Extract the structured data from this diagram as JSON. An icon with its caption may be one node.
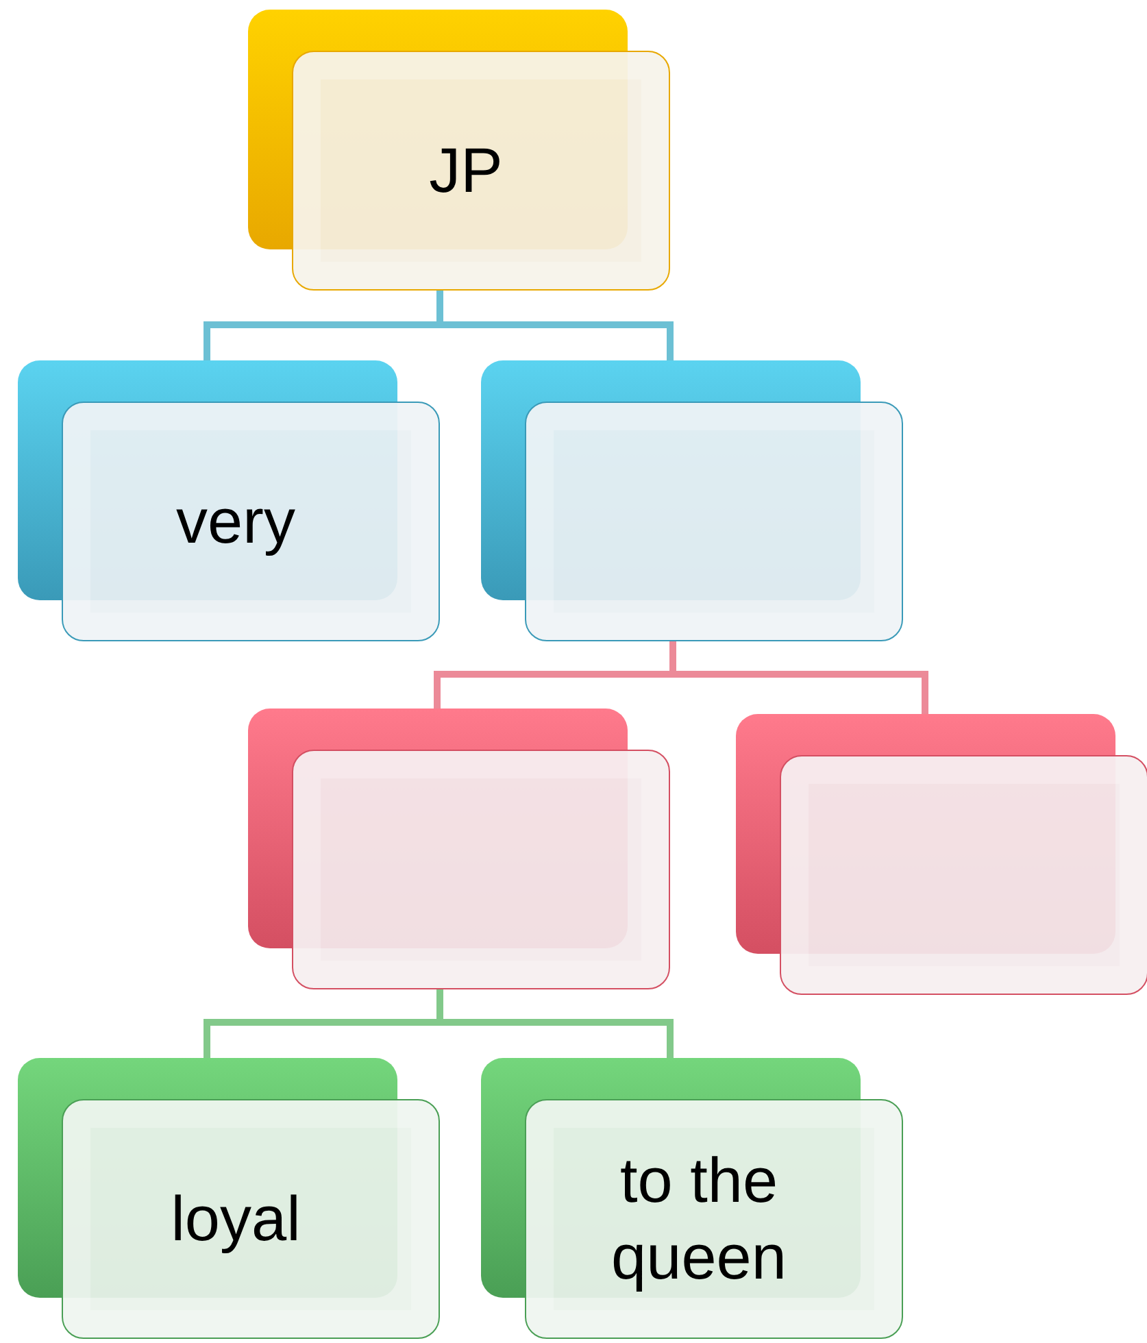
{
  "diagram": {
    "nodes": [
      {
        "text": [
          "JP"
        ]
      },
      {
        "text": [
          "very"
        ]
      },
      {
        "text": [],
        "shape": "box"
      },
      {
        "text": [],
        "shape": "box"
      },
      {
        "text": [],
        "shape": "box"
      },
      {
        "text": [
          "loyal"
        ]
      },
      {
        "text": [
          "to the queen"
        ]
      }
    ],
    "edges": [
      {
        "from": 0,
        "to": 1,
        "arrow": "none",
        "color": "#6cc0d4"
      },
      {
        "from": 0,
        "to": 2,
        "arrow": "none",
        "color": "#6cc0d4"
      },
      {
        "from": 2,
        "to": 3,
        "arrow": "none",
        "color": "#ec8a98"
      },
      {
        "from": 2,
        "to": 4,
        "arrow": "none",
        "color": "#ec8a98"
      },
      {
        "from": 3,
        "to": 5,
        "arrow": "none",
        "color": "#82c98a"
      },
      {
        "from": 3,
        "to": 6,
        "arrow": "none",
        "color": "#82c98a"
      }
    ]
  }
}
